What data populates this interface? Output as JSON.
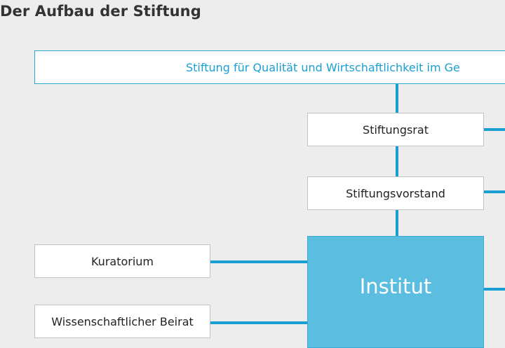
{
  "title": "Der Aufbau der Stiftung",
  "colors": {
    "background": "#ededed",
    "connector": "#1a9fd3",
    "institut_fill": "#5bbde0",
    "top_text": "#1a9fd3"
  },
  "diagram": {
    "nodes": {
      "top": {
        "label": "Stiftung für Qualität und Wirtschaftlichkeit im Ge"
      },
      "stiftungsrat": {
        "label": "Stiftungsrat"
      },
      "stiftungsvorstand": {
        "label": "Stiftungsvorstand"
      },
      "kuratorium": {
        "label": "Kuratorium"
      },
      "beirat": {
        "label": "Wissenschaftlicher Beirat"
      },
      "institut": {
        "label": "Institut"
      }
    },
    "edges": [
      {
        "from": "top",
        "to": "stiftungsrat"
      },
      {
        "from": "stiftungsrat",
        "to": "stiftungsvorstand"
      },
      {
        "from": "stiftungsvorstand",
        "to": "institut"
      },
      {
        "from": "kuratorium",
        "to": "institut"
      },
      {
        "from": "beirat",
        "to": "institut"
      }
    ]
  }
}
